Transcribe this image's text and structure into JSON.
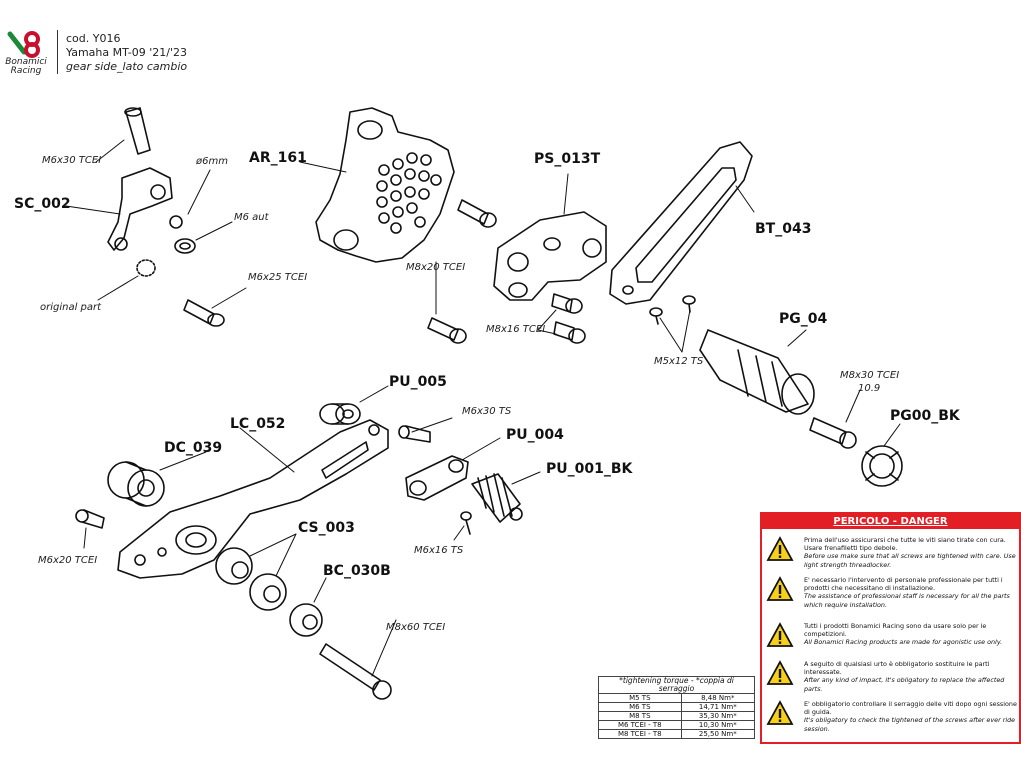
{
  "header": {
    "brand_line1": "Bonamici",
    "brand_line2": "Racing",
    "code": "cod. Y016",
    "model": "Yamaha MT-09 '21/'23",
    "side": "gear side_lato cambio"
  },
  "part_labels": {
    "ar_161": "AR_161",
    "sc_002": "SC_002",
    "ps_013t": "PS_013T",
    "bt_043": "BT_043",
    "pg_04": "PG_04",
    "pg00_bk": "PG00_BK",
    "pu_005": "PU_005",
    "lc_052": "LC_052",
    "dc_039": "DC_039",
    "pu_004": "PU_004",
    "pu_001_bk": "PU_001_BK",
    "cs_003": "CS_003",
    "bc_030b": "BC_030B"
  },
  "hardware_labels": {
    "m6x30_tcei": "M6x30 TCEI",
    "o6mm": "ø6mm",
    "m6_aut": "M6 aut",
    "original_part": "original part",
    "m6x25_tcei": "M6x25 TCEI",
    "m8x20_tcei": "M8x20 TCEI",
    "m8x16_tcei": "M8x16 TCEI",
    "m5x12_ts": "M5x12 TS",
    "m8x30_tcei": "M8x30 TCEI",
    "m8x30_grade": "10.9",
    "m6x30_ts": "M6x30 TS",
    "m6x16_ts": "M6x16 TS",
    "m6x20_tcei": "M6x20 TCEI",
    "m8x60_tcei": "M8x60 TCEI"
  },
  "torque_table": {
    "title": "*tightening torque - *coppia di serraggio",
    "rows": [
      {
        "screw": "M5 TS",
        "torque": "8,48 Nm*"
      },
      {
        "screw": "M6 TS",
        "torque": "14,71 Nm*"
      },
      {
        "screw": "M8 TS",
        "torque": "35,30 Nm*"
      },
      {
        "screw": "M6 TCEI - T8",
        "torque": "10,30 Nm*"
      },
      {
        "screw": "M8 TCEI - T8",
        "torque": "25,50 Nm*"
      }
    ]
  },
  "danger": {
    "title": "PERICOLO - DANGER",
    "color": "#e31e24",
    "warnings": [
      {
        "it": "Prima dell'uso assicurarsi che tutte le viti siano tirate con cura. Usare frenafiletti tipo debole.",
        "en": "Before use make sure that all screws are tightened with care. Use light strength threadlocker."
      },
      {
        "it": "E' necessario l'intervento di personale professionale per tutti i prodotti che necessitano di installazione.",
        "en": "The assistance of professional staff is necessary for all the parts which require installation."
      },
      {
        "it": "Tutti i prodotti Bonamici Racing sono da usare solo per le competizioni.",
        "en": "All Bonamici Racing products are made for agonistic use only."
      },
      {
        "it": "A seguito di qualsiasi urto è obbligatorio sostituire le parti interessate.",
        "en": "After any kind of impact, it's obligatory to replace the affected parts."
      },
      {
        "it": "E' obbligatorio controllare il serraggio delle viti dopo ogni sessione di guida.",
        "en": "It's obligatory to check the tightened of the screws after ever ride session."
      }
    ]
  }
}
